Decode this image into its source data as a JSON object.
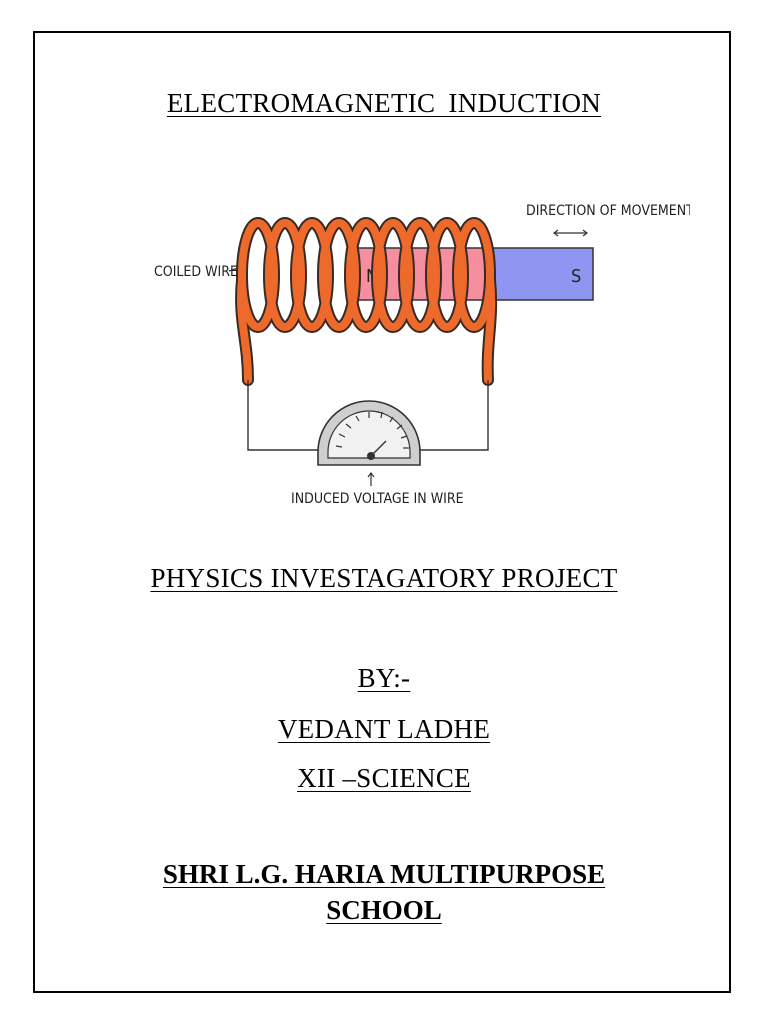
{
  "document": {
    "title": "ELECTROMAGNETIC  INDUCTION",
    "diagram": {
      "label_coiled_wire": "COILED WIRE",
      "label_direction": "DIRECTION OF MOVEMENT",
      "label_induced_voltage": "INDUCED VOLTAGE IN WIRE",
      "magnet_north": "N",
      "magnet_south": "S",
      "colors": {
        "coil": "#EE6A2C",
        "coil_outline": "#3a2a22",
        "magnet_north": "#F58FA0",
        "magnet_south": "#8E96F2",
        "meter": "#d9d9d9"
      },
      "icons": [
        "double-arrow-icon",
        "galvanometer-icon",
        "up-arrow-icon"
      ]
    },
    "project": "PHYSICS INVESTAGATORY PROJECT",
    "by": "BY:-",
    "author": "VEDANT LADHE",
    "class": "XII –SCIENCE",
    "school_line1": "SHRI L.G. HARIA  MULTIPURPOSE",
    "school_line2": "SCHOOL"
  }
}
